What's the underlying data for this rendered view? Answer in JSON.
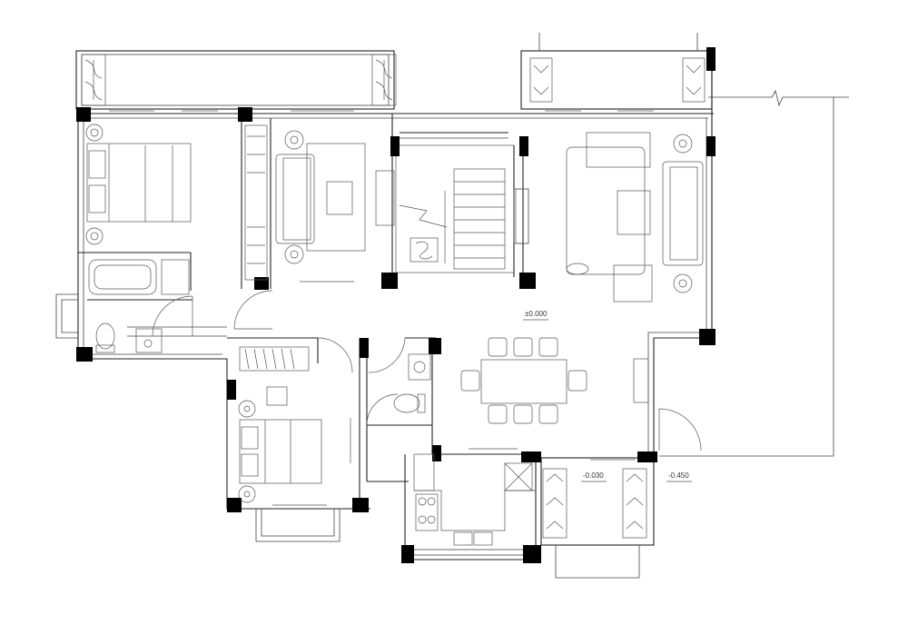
{
  "floor_plan": {
    "levels": {
      "main": "±0.000",
      "balcony_east": "-0.030",
      "terrace": "-0.450"
    }
  }
}
